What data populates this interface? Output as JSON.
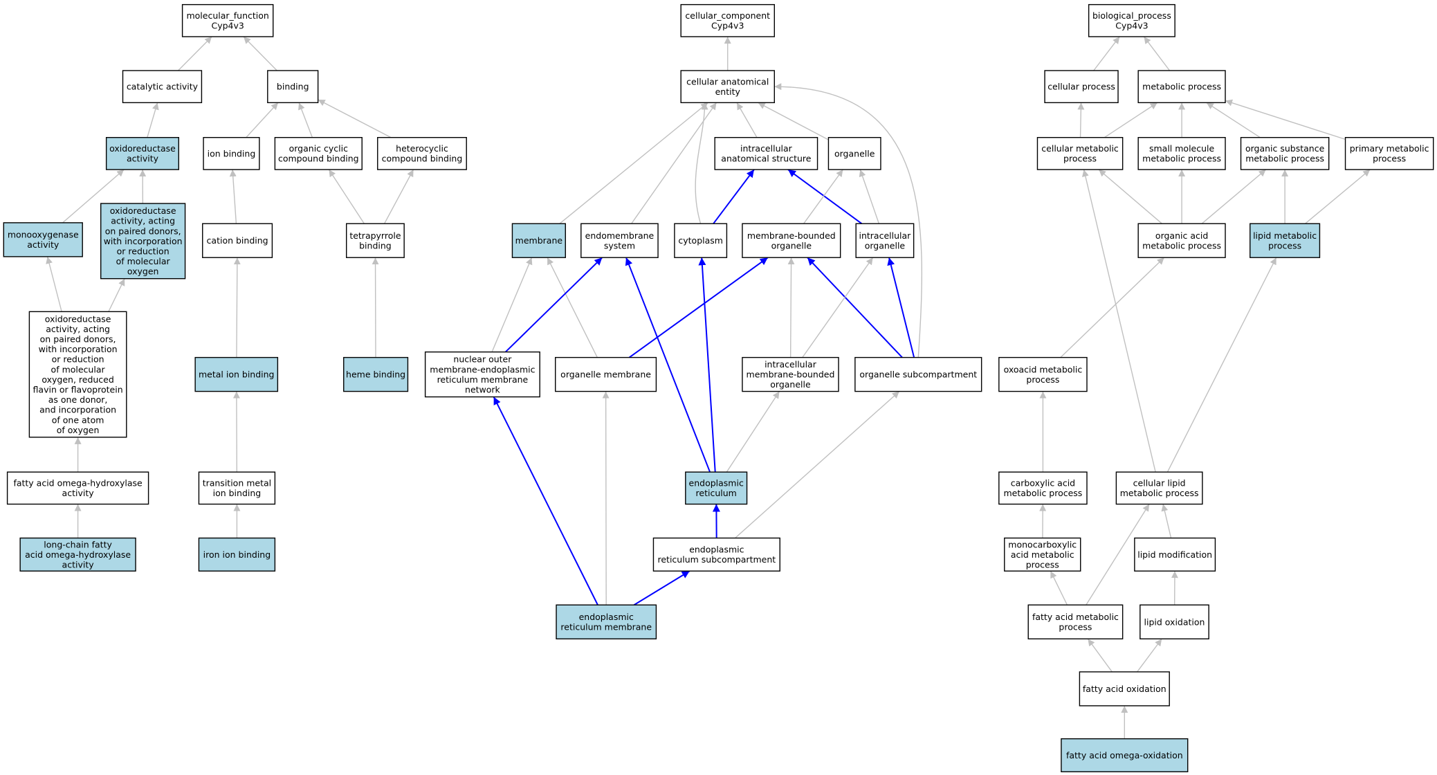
{
  "colors": {
    "highlight_fill": "#add8e6",
    "normal_fill": "#ffffff",
    "node_stroke": "#000000",
    "edge_gray": "#c0c0c0",
    "edge_blue": "#0000ff"
  },
  "nodes": [
    {
      "id": "mf_root",
      "lines": [
        "molecular_function",
        "Cyp4v3"
      ],
      "hl": false
    },
    {
      "id": "catalytic",
      "lines": [
        "catalytic activity"
      ],
      "hl": false
    },
    {
      "id": "binding",
      "lines": [
        "binding"
      ],
      "hl": false
    },
    {
      "id": "oxidoreductase",
      "lines": [
        "oxidoreductase",
        "activity"
      ],
      "hl": true
    },
    {
      "id": "ion_binding",
      "lines": [
        "ion binding"
      ],
      "hl": false
    },
    {
      "id": "org_cyclic",
      "lines": [
        "organic cyclic",
        "compound binding"
      ],
      "hl": false
    },
    {
      "id": "heterocyclic",
      "lines": [
        "heterocyclic",
        "compound binding"
      ],
      "hl": false
    },
    {
      "id": "monooxygenase",
      "lines": [
        "monooxygenase",
        "activity"
      ],
      "hl": true
    },
    {
      "id": "oxr_paired_mol",
      "lines": [
        "oxidoreductase",
        "activity, acting",
        "on paired donors,",
        "with incorporation",
        "or reduction",
        "of molecular",
        "oxygen"
      ],
      "hl": true
    },
    {
      "id": "cation_binding",
      "lines": [
        "cation binding"
      ],
      "hl": false
    },
    {
      "id": "tetrapyrrole",
      "lines": [
        "tetrapyrrole",
        "binding"
      ],
      "hl": false
    },
    {
      "id": "oxr_reduced_flavin",
      "lines": [
        "oxidoreductase",
        "activity, acting",
        "on paired donors,",
        "with incorporation",
        "or reduction",
        "of molecular",
        "oxygen, reduced",
        "flavin or flavoprotein",
        "as one donor,",
        "and incorporation",
        "of one atom",
        "of oxygen"
      ],
      "hl": false
    },
    {
      "id": "metal_ion",
      "lines": [
        "metal ion binding"
      ],
      "hl": true
    },
    {
      "id": "heme_binding",
      "lines": [
        "heme binding"
      ],
      "hl": true
    },
    {
      "id": "fa_omega_hydrox",
      "lines": [
        "fatty acid omega-hydroxylase",
        "activity"
      ],
      "hl": false
    },
    {
      "id": "trans_metal",
      "lines": [
        "transition metal",
        "ion binding"
      ],
      "hl": false
    },
    {
      "id": "lc_fa_omega",
      "lines": [
        "long-chain fatty",
        "acid omega-hydroxylase",
        "activity"
      ],
      "hl": true
    },
    {
      "id": "iron_ion",
      "lines": [
        "iron ion binding"
      ],
      "hl": true
    },
    {
      "id": "cc_root",
      "lines": [
        "cellular_component",
        "Cyp4v3"
      ],
      "hl": false
    },
    {
      "id": "cae",
      "lines": [
        "cellular anatomical",
        "entity"
      ],
      "hl": false
    },
    {
      "id": "intracellular_as",
      "lines": [
        "intracellular",
        "anatomical structure"
      ],
      "hl": false
    },
    {
      "id": "organelle",
      "lines": [
        "organelle"
      ],
      "hl": false
    },
    {
      "id": "membrane",
      "lines": [
        "membrane"
      ],
      "hl": true
    },
    {
      "id": "endomembrane",
      "lines": [
        "endomembrane",
        "system"
      ],
      "hl": false
    },
    {
      "id": "cytoplasm",
      "lines": [
        "cytoplasm"
      ],
      "hl": false
    },
    {
      "id": "mem_bounded_org",
      "lines": [
        "membrane-bounded",
        "organelle"
      ],
      "hl": false
    },
    {
      "id": "intracell_org",
      "lines": [
        "intracellular",
        "organelle"
      ],
      "hl": false
    },
    {
      "id": "nuc_outer",
      "lines": [
        "nuclear outer",
        "membrane-endoplasmic",
        "reticulum membrane",
        "network"
      ],
      "hl": false
    },
    {
      "id": "org_membrane",
      "lines": [
        "organelle membrane"
      ],
      "hl": false
    },
    {
      "id": "intracell_mbo",
      "lines": [
        "intracellular",
        "membrane-bounded",
        "organelle"
      ],
      "hl": false
    },
    {
      "id": "org_subcomp",
      "lines": [
        "organelle subcompartment"
      ],
      "hl": false
    },
    {
      "id": "er",
      "lines": [
        "endoplasmic",
        "reticulum"
      ],
      "hl": true
    },
    {
      "id": "er_subcomp",
      "lines": [
        "endoplasmic",
        "reticulum subcompartment"
      ],
      "hl": false
    },
    {
      "id": "er_membrane",
      "lines": [
        "endoplasmic",
        "reticulum membrane"
      ],
      "hl": true
    },
    {
      "id": "bp_root",
      "lines": [
        "biological_process",
        "Cyp4v3"
      ],
      "hl": false
    },
    {
      "id": "cellular_process",
      "lines": [
        "cellular process"
      ],
      "hl": false
    },
    {
      "id": "metabolic_process",
      "lines": [
        "metabolic process"
      ],
      "hl": false
    },
    {
      "id": "cell_metab",
      "lines": [
        "cellular metabolic",
        "process"
      ],
      "hl": false
    },
    {
      "id": "small_mol",
      "lines": [
        "small molecule",
        "metabolic process"
      ],
      "hl": false
    },
    {
      "id": "org_subst",
      "lines": [
        "organic substance",
        "metabolic process"
      ],
      "hl": false
    },
    {
      "id": "primary_metab",
      "lines": [
        "primary metabolic",
        "process"
      ],
      "hl": false
    },
    {
      "id": "org_acid",
      "lines": [
        "organic acid",
        "metabolic process"
      ],
      "hl": false
    },
    {
      "id": "lipid_metab",
      "lines": [
        "lipid metabolic",
        "process"
      ],
      "hl": true
    },
    {
      "id": "oxoacid",
      "lines": [
        "oxoacid metabolic",
        "process"
      ],
      "hl": false
    },
    {
      "id": "carboxylic",
      "lines": [
        "carboxylic acid",
        "metabolic process"
      ],
      "hl": false
    },
    {
      "id": "cell_lipid",
      "lines": [
        "cellular lipid",
        "metabolic process"
      ],
      "hl": false
    },
    {
      "id": "monocarboxylic",
      "lines": [
        "monocarboxylic",
        "acid metabolic",
        "process"
      ],
      "hl": false
    },
    {
      "id": "lipid_mod",
      "lines": [
        "lipid modification"
      ],
      "hl": false
    },
    {
      "id": "fa_metab",
      "lines": [
        "fatty acid metabolic",
        "process"
      ],
      "hl": false
    },
    {
      "id": "lipid_ox",
      "lines": [
        "lipid oxidation"
      ],
      "hl": false
    },
    {
      "id": "fa_ox",
      "lines": [
        "fatty acid oxidation"
      ],
      "hl": false
    },
    {
      "id": "fa_omega_ox",
      "lines": [
        "fatty acid omega-oxidation"
      ],
      "hl": true
    }
  ],
  "edges": [
    {
      "from": "catalytic",
      "to": "mf_root",
      "blue": false
    },
    {
      "from": "binding",
      "to": "mf_root",
      "blue": false
    },
    {
      "from": "oxidoreductase",
      "to": "catalytic",
      "blue": false
    },
    {
      "from": "ion_binding",
      "to": "binding",
      "blue": false
    },
    {
      "from": "org_cyclic",
      "to": "binding",
      "blue": false
    },
    {
      "from": "heterocyclic",
      "to": "binding",
      "blue": false
    },
    {
      "from": "monooxygenase",
      "to": "oxidoreductase",
      "blue": false
    },
    {
      "from": "oxr_paired_mol",
      "to": "oxidoreductase",
      "blue": false
    },
    {
      "from": "cation_binding",
      "to": "ion_binding",
      "blue": false
    },
    {
      "from": "tetrapyrrole",
      "to": "org_cyclic",
      "blue": false
    },
    {
      "from": "tetrapyrrole",
      "to": "heterocyclic",
      "blue": false
    },
    {
      "from": "oxr_reduced_flavin",
      "to": "monooxygenase",
      "blue": false
    },
    {
      "from": "oxr_reduced_flavin",
      "to": "oxr_paired_mol",
      "blue": false
    },
    {
      "from": "metal_ion",
      "to": "cation_binding",
      "blue": false
    },
    {
      "from": "heme_binding",
      "to": "tetrapyrrole",
      "blue": false
    },
    {
      "from": "fa_omega_hydrox",
      "to": "oxr_reduced_flavin",
      "blue": false
    },
    {
      "from": "trans_metal",
      "to": "metal_ion",
      "blue": false
    },
    {
      "from": "lc_fa_omega",
      "to": "fa_omega_hydrox",
      "blue": false
    },
    {
      "from": "iron_ion",
      "to": "trans_metal",
      "blue": false
    },
    {
      "from": "cae",
      "to": "cc_root",
      "blue": false
    },
    {
      "from": "intracellular_as",
      "to": "cae",
      "blue": false
    },
    {
      "from": "organelle",
      "to": "cae",
      "blue": false
    },
    {
      "from": "membrane",
      "to": "cae",
      "blue": false
    },
    {
      "from": "endomembrane",
      "to": "cae",
      "blue": false
    },
    {
      "from": "cytoplasm",
      "to": "cae",
      "blue": false,
      "curve": true
    },
    {
      "from": "org_subcomp",
      "to": "cae",
      "blue": false,
      "curve": true
    },
    {
      "from": "cytoplasm",
      "to": "intracellular_as",
      "blue": true
    },
    {
      "from": "intracell_org",
      "to": "intracellular_as",
      "blue": true
    },
    {
      "from": "mem_bounded_org",
      "to": "organelle",
      "blue": false
    },
    {
      "from": "intracell_org",
      "to": "organelle",
      "blue": false
    },
    {
      "from": "nuc_outer",
      "to": "membrane",
      "blue": false
    },
    {
      "from": "org_membrane",
      "to": "membrane",
      "blue": false
    },
    {
      "from": "nuc_outer",
      "to": "endomembrane",
      "blue": true
    },
    {
      "from": "er",
      "to": "endomembrane",
      "blue": true
    },
    {
      "from": "er",
      "to": "cytoplasm",
      "blue": true
    },
    {
      "from": "org_membrane",
      "to": "mem_bounded_org",
      "blue": true
    },
    {
      "from": "intracell_mbo",
      "to": "mem_bounded_org",
      "blue": false
    },
    {
      "from": "org_subcomp",
      "to": "mem_bounded_org",
      "blue": true
    },
    {
      "from": "intracell_mbo",
      "to": "intracell_org",
      "blue": false
    },
    {
      "from": "org_subcomp",
      "to": "intracell_org",
      "blue": true
    },
    {
      "from": "er_membrane",
      "to": "nuc_outer",
      "blue": true
    },
    {
      "from": "er_membrane",
      "to": "org_membrane",
      "blue": false
    },
    {
      "from": "er",
      "to": "intracell_mbo",
      "blue": false
    },
    {
      "from": "er_subcomp",
      "to": "org_subcomp",
      "blue": false
    },
    {
      "from": "er_subcomp",
      "to": "er",
      "blue": true
    },
    {
      "from": "er_membrane",
      "to": "er_subcomp",
      "blue": true
    },
    {
      "from": "cellular_process",
      "to": "bp_root",
      "blue": false
    },
    {
      "from": "metabolic_process",
      "to": "bp_root",
      "blue": false
    },
    {
      "from": "cell_metab",
      "to": "cellular_process",
      "blue": false
    },
    {
      "from": "cell_metab",
      "to": "metabolic_process",
      "blue": false
    },
    {
      "from": "small_mol",
      "to": "metabolic_process",
      "blue": false
    },
    {
      "from": "org_subst",
      "to": "metabolic_process",
      "blue": false
    },
    {
      "from": "primary_metab",
      "to": "metabolic_process",
      "blue": false
    },
    {
      "from": "org_acid",
      "to": "cell_metab",
      "blue": false
    },
    {
      "from": "org_acid",
      "to": "small_mol",
      "blue": false
    },
    {
      "from": "org_acid",
      "to": "org_subst",
      "blue": false
    },
    {
      "from": "lipid_metab",
      "to": "org_subst",
      "blue": false
    },
    {
      "from": "lipid_metab",
      "to": "primary_metab",
      "blue": false
    },
    {
      "from": "oxoacid",
      "to": "org_acid",
      "blue": false
    },
    {
      "from": "carboxylic",
      "to": "oxoacid",
      "blue": false
    },
    {
      "from": "cell_lipid",
      "to": "cell_metab",
      "blue": false
    },
    {
      "from": "cell_lipid",
      "to": "lipid_metab",
      "blue": false
    },
    {
      "from": "monocarboxylic",
      "to": "carboxylic",
      "blue": false
    },
    {
      "from": "lipid_mod",
      "to": "cell_lipid",
      "blue": false
    },
    {
      "from": "fa_metab",
      "to": "monocarboxylic",
      "blue": false
    },
    {
      "from": "fa_metab",
      "to": "cell_lipid",
      "blue": false
    },
    {
      "from": "lipid_ox",
      "to": "lipid_mod",
      "blue": false
    },
    {
      "from": "fa_ox",
      "to": "fa_metab",
      "blue": false
    },
    {
      "from": "fa_ox",
      "to": "lipid_ox",
      "blue": false
    },
    {
      "from": "fa_omega_ox",
      "to": "fa_ox",
      "blue": false
    }
  ]
}
